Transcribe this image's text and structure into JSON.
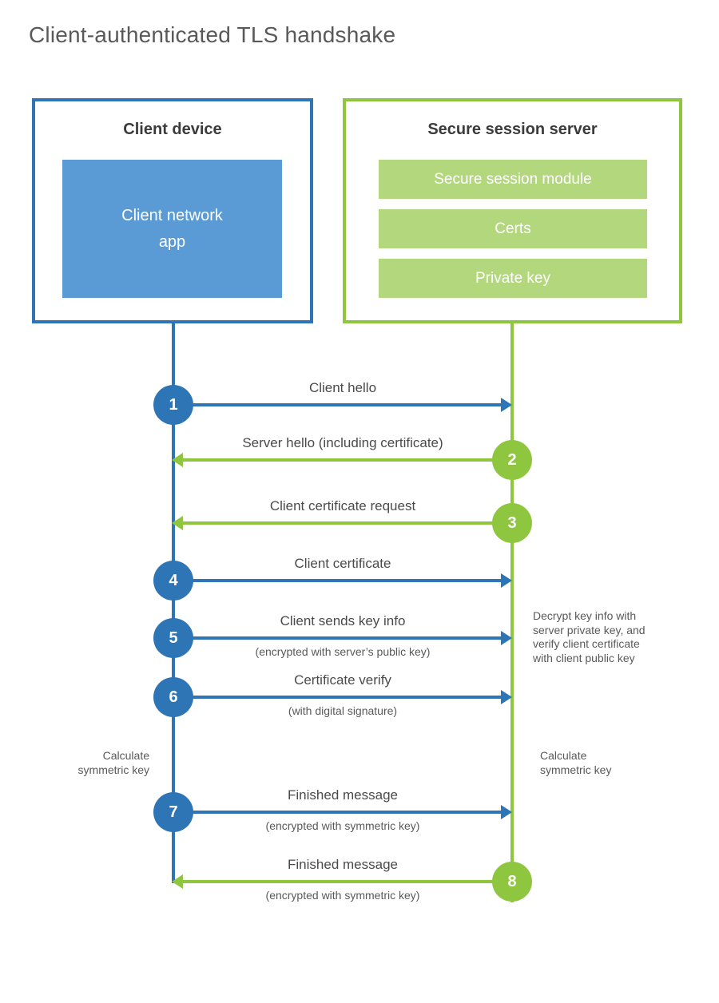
{
  "title": "Client-authenticated TLS handshake",
  "colors": {
    "blue": "#2e75b6",
    "blue_light": "#5b9bd5",
    "green": "#8fc640",
    "green_light": "#b3d77d"
  },
  "client": {
    "title": "Client device",
    "app_label": "Client network\napp"
  },
  "server": {
    "title": "Secure session server",
    "modules": [
      "Secure session module",
      "Certs",
      "Private key"
    ]
  },
  "messages": [
    {
      "num": "1",
      "from": "client",
      "label": "Client hello",
      "sub": ""
    },
    {
      "num": "2",
      "from": "server",
      "label": "Server hello (including certificate)",
      "sub": ""
    },
    {
      "num": "3",
      "from": "server",
      "label": "Client certificate request",
      "sub": ""
    },
    {
      "num": "4",
      "from": "client",
      "label": "Client certificate",
      "sub": ""
    },
    {
      "num": "5",
      "from": "client",
      "label": "Client sends key info",
      "sub": "(encrypted with server’s public key)"
    },
    {
      "num": "6",
      "from": "client",
      "label": "Certificate verify",
      "sub": "(with digital signature)"
    },
    {
      "num": "7",
      "from": "client",
      "label": "Finished message",
      "sub": "(encrypted with symmetric key)"
    },
    {
      "num": "8",
      "from": "server",
      "label": "Finished message",
      "sub": "(encrypted with symmetric key)"
    }
  ],
  "notes": {
    "decrypt": "Decrypt key info with\nserver private key, and\nverify client certificate\nwith client public key",
    "calc_left": "Calculate\nsymmetric key",
    "calc_right": "Calculate\nsymmetric key"
  }
}
